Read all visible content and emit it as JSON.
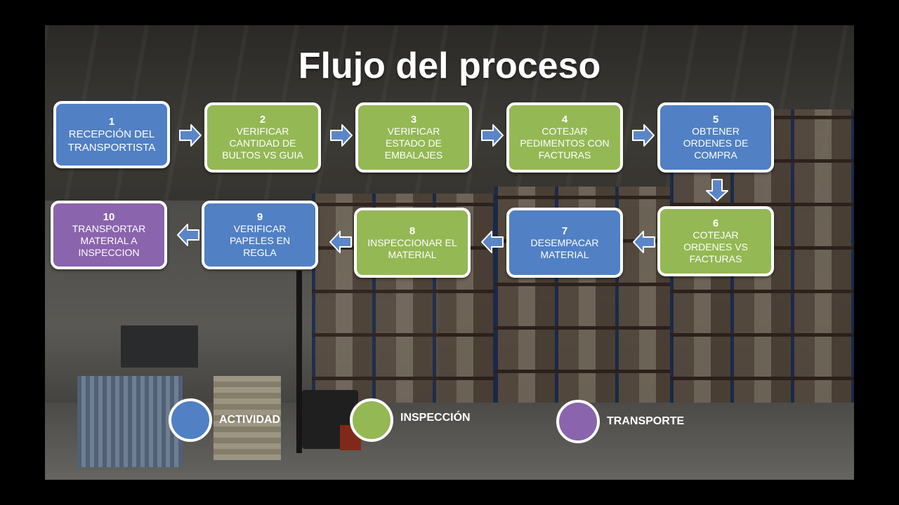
{
  "title": "Flujo del proceso",
  "steps": [
    {
      "num": "1",
      "text": "RECEPCIÓN DEL\nTRANSPORTISTA",
      "type": "actividad"
    },
    {
      "num": "2",
      "text": "VERIFICAR\nCANTIDAD DE\nBULTOS VS GUIA",
      "type": "inspeccion"
    },
    {
      "num": "3",
      "text": "VERIFICAR\nESTADO DE\nEMBALAJES",
      "type": "inspeccion"
    },
    {
      "num": "4",
      "text": "COTEJAR\nPEDIMENTOS CON\nFACTURAS",
      "type": "inspeccion"
    },
    {
      "num": "5",
      "text": "OBTENER\nORDENES DE\nCOMPRA",
      "type": "actividad"
    },
    {
      "num": "6",
      "text": "COTEJAR\nORDENES VS\nFACTURAS",
      "type": "inspeccion"
    },
    {
      "num": "7",
      "text": "DESEMPACAR\nMATERIAL",
      "type": "actividad"
    },
    {
      "num": "8",
      "text": "INSPECCIONAR EL\nMATERIAL",
      "type": "inspeccion"
    },
    {
      "num": "9",
      "text": "VERIFICAR\nPAPELES EN\nREGLA",
      "type": "actividad"
    },
    {
      "num": "10",
      "text": "TRANSPORTAR\nMATERIAL A\nINSPECCION",
      "type": "transporte"
    }
  ],
  "legend": [
    {
      "label": "ACTIVIDAD",
      "color": "#5180c4"
    },
    {
      "label": "INSPECCIÓN",
      "color": "#94b854"
    },
    {
      "label": "TRANSPORTE",
      "color": "#8a64ad"
    }
  ],
  "colors": {
    "actividad": "#5180c4",
    "inspeccion": "#94b854",
    "transporte": "#8a64ad",
    "arrow": "#5a86c8"
  }
}
